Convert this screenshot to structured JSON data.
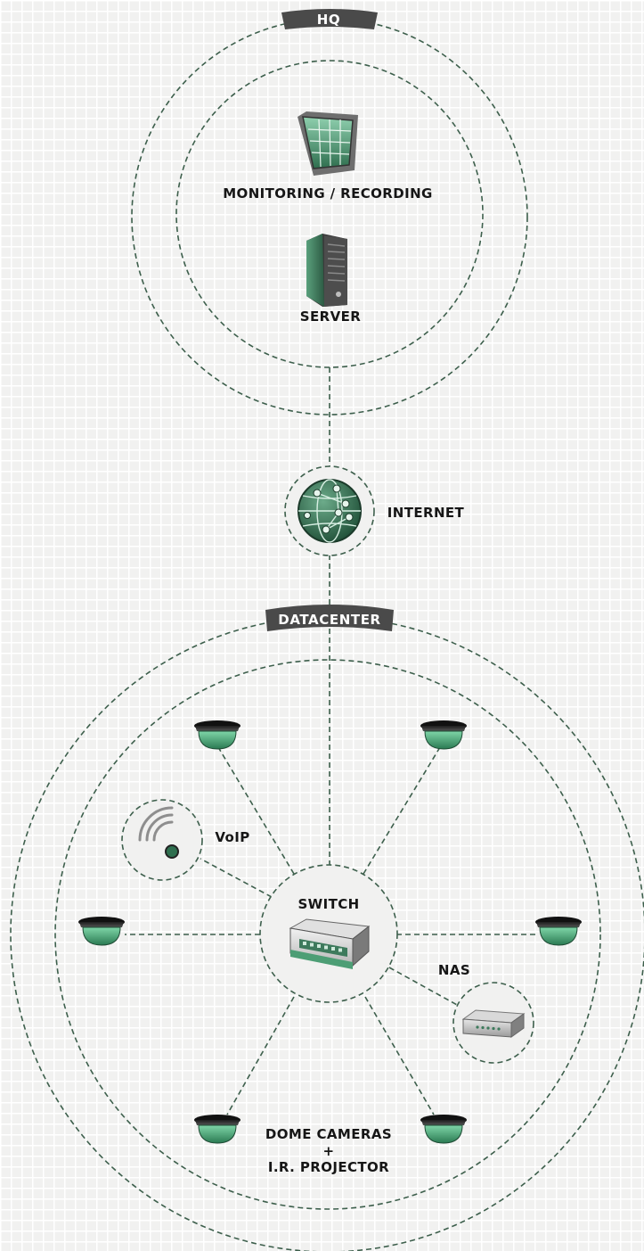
{
  "colors": {
    "accent_green": "#3d7a5c",
    "dashed_line": "#3d5f4c",
    "pill_bg": "#4a4a4a",
    "background": "#f1f1f0"
  },
  "zones": {
    "hq": {
      "badge": "HQ"
    },
    "datacenter": {
      "badge": "DATACENTER"
    }
  },
  "nodes": {
    "monitoring": {
      "label": "MONITORING / RECORDING",
      "icon": "monitor-icon"
    },
    "server": {
      "label": "SERVER",
      "icon": "server-tower-icon"
    },
    "internet": {
      "label": "INTERNET",
      "icon": "globe-network-icon"
    },
    "switch": {
      "label": "SWITCH",
      "icon": "network-switch-icon"
    },
    "voip": {
      "label": "VoIP",
      "icon": "wifi-signal-icon"
    },
    "nas": {
      "label": "NAS",
      "icon": "nas-device-icon"
    },
    "cameras": {
      "label_line1": "DOME CAMERAS",
      "label_line2": "+",
      "label_line3": "I.R. PROJECTOR",
      "icon": "dome-camera-icon"
    }
  }
}
